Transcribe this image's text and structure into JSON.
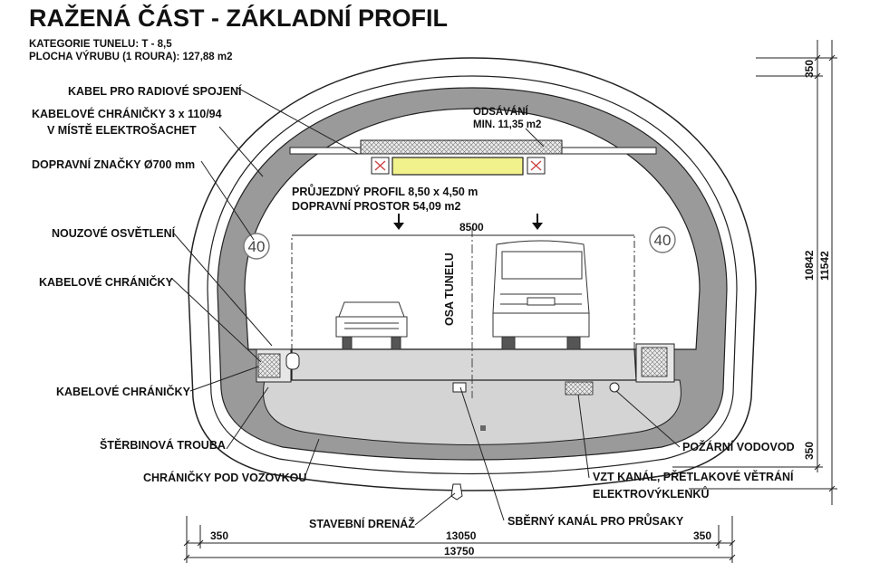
{
  "title": "RAŽENÁ ČÁST -  ZÁKLADNÍ PROFIL",
  "info": {
    "line1": "KATEGORIE TUNELU:  T - 8,5",
    "line2": "PLOCHA VÝRUBU (1 ROURA):  127,88 m2"
  },
  "labels": {
    "radio": "KABEL PRO RADIOVÉ SPOJENÍ",
    "chranicky1a": "KABELOVÉ CHRÁNIČKY 3 x 110/94",
    "chranicky1b": "V MÍSTĚ ELEKTROŠACHET",
    "znacky": "DOPRAVNÍ ZNAČKY Ø700 mm",
    "osvetleni": "NOUZOVÉ OSVĚTLENÍ",
    "chranicky2": "KABELOVÉ CHRÁNIČKY",
    "chranicky3": "KABELOVÉ CHRÁNIČKY",
    "trouba": "ŠTĚRBINOVÁ TROUBA",
    "pod_vozovkou": "CHRÁNIČKY POD VOZOVKOU",
    "drenaz": "STAVEBNÍ DRENÁŽ",
    "sberny": "SBĚRNÝ KANÁL PRO PRŮSAKY",
    "vodovod": "POŽÁRNÍ VODOVOD",
    "vzt_a": "VZT KANÁL, PŘETLAKOVÉ VĚTRÁNÍ",
    "vzt_b": "ELEKTROVÝKLENKŮ",
    "odsavani_a": "ODSÁVÁNÍ",
    "odsavani_b": "MIN. 11,35 m2",
    "profil_a": "PRŮJEZDNÝ PROFIL 8,50 x 4,50 m",
    "profil_b": "DOPRAVNÍ PROSTOR 54,09 m2",
    "osa": "OSA TUNELU",
    "sign_left": "40",
    "sign_right": "40"
  },
  "dimensions": {
    "width_inner": "8500",
    "total_13050": "13050",
    "total_13750": "13750",
    "side_left": "350",
    "side_right": "350",
    "right_top": "350",
    "right_bottom": "350",
    "height_10842": "10842",
    "height_11542": "11542"
  },
  "colors": {
    "lining": "#9a9a9a",
    "road": "#d8d8d8",
    "outline": "#222222",
    "cable_tray": "#f2f28c"
  }
}
